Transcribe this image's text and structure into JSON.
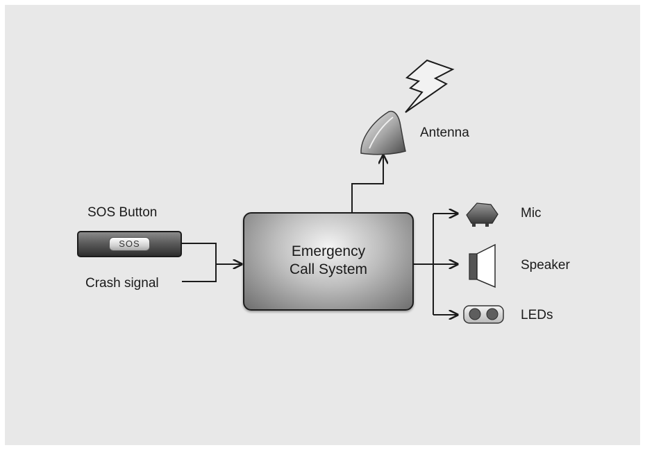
{
  "diagram": {
    "center_block": {
      "line1": "Emergency",
      "line2": "Call System"
    },
    "inputs": {
      "sos_button_label": "SOS Button",
      "sos_key_text": "SOS",
      "crash_signal_label": "Crash signal"
    },
    "outputs": {
      "antenna_label": "Antenna",
      "mic_label": "Mic",
      "speaker_label": "Speaker",
      "leds_label": "LEDs"
    }
  },
  "icons": [
    "lightning-icon",
    "antenna-icon",
    "mic-icon",
    "speaker-icon",
    "leds-icon"
  ],
  "colors": {
    "background": "#e8e8e8",
    "line": "#1b1b1b"
  }
}
